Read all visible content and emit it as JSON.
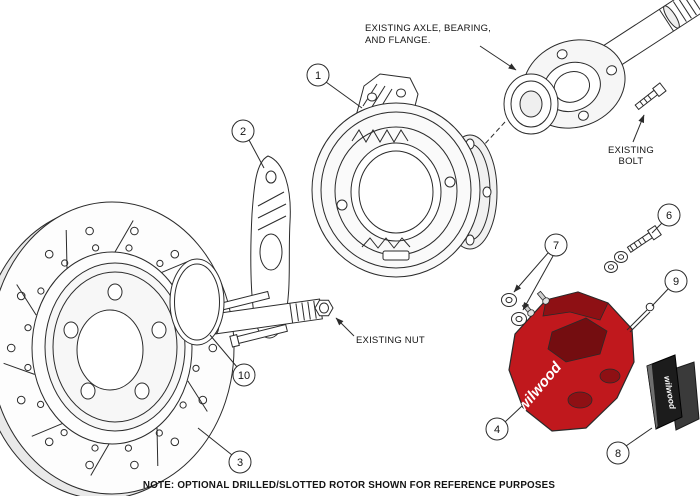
{
  "diagram": {
    "note": "NOTE: OPTIONAL DRILLED/SLOTTED ROTOR SHOWN FOR REFERENCE PURPOSES",
    "brand": "wilwood",
    "labels": {
      "axle_line1": "EXISTING AXLE, BEARING,",
      "axle_line2": "AND FLANGE.",
      "bolt_line1": "EXISTING",
      "bolt_line2": "BOLT",
      "nut": "EXISTING NUT"
    },
    "callouts": [
      {
        "num": "1"
      },
      {
        "num": "2"
      },
      {
        "num": "3"
      },
      {
        "num": "4"
      },
      {
        "num": "6"
      },
      {
        "num": "7"
      },
      {
        "num": "8"
      },
      {
        "num": "9"
      },
      {
        "num": "10"
      }
    ],
    "colors": {
      "line": "#2b2b2b",
      "caliper_red": "#c0181d",
      "pad_black": "#1c1c1c",
      "background": "#ffffff"
    }
  }
}
